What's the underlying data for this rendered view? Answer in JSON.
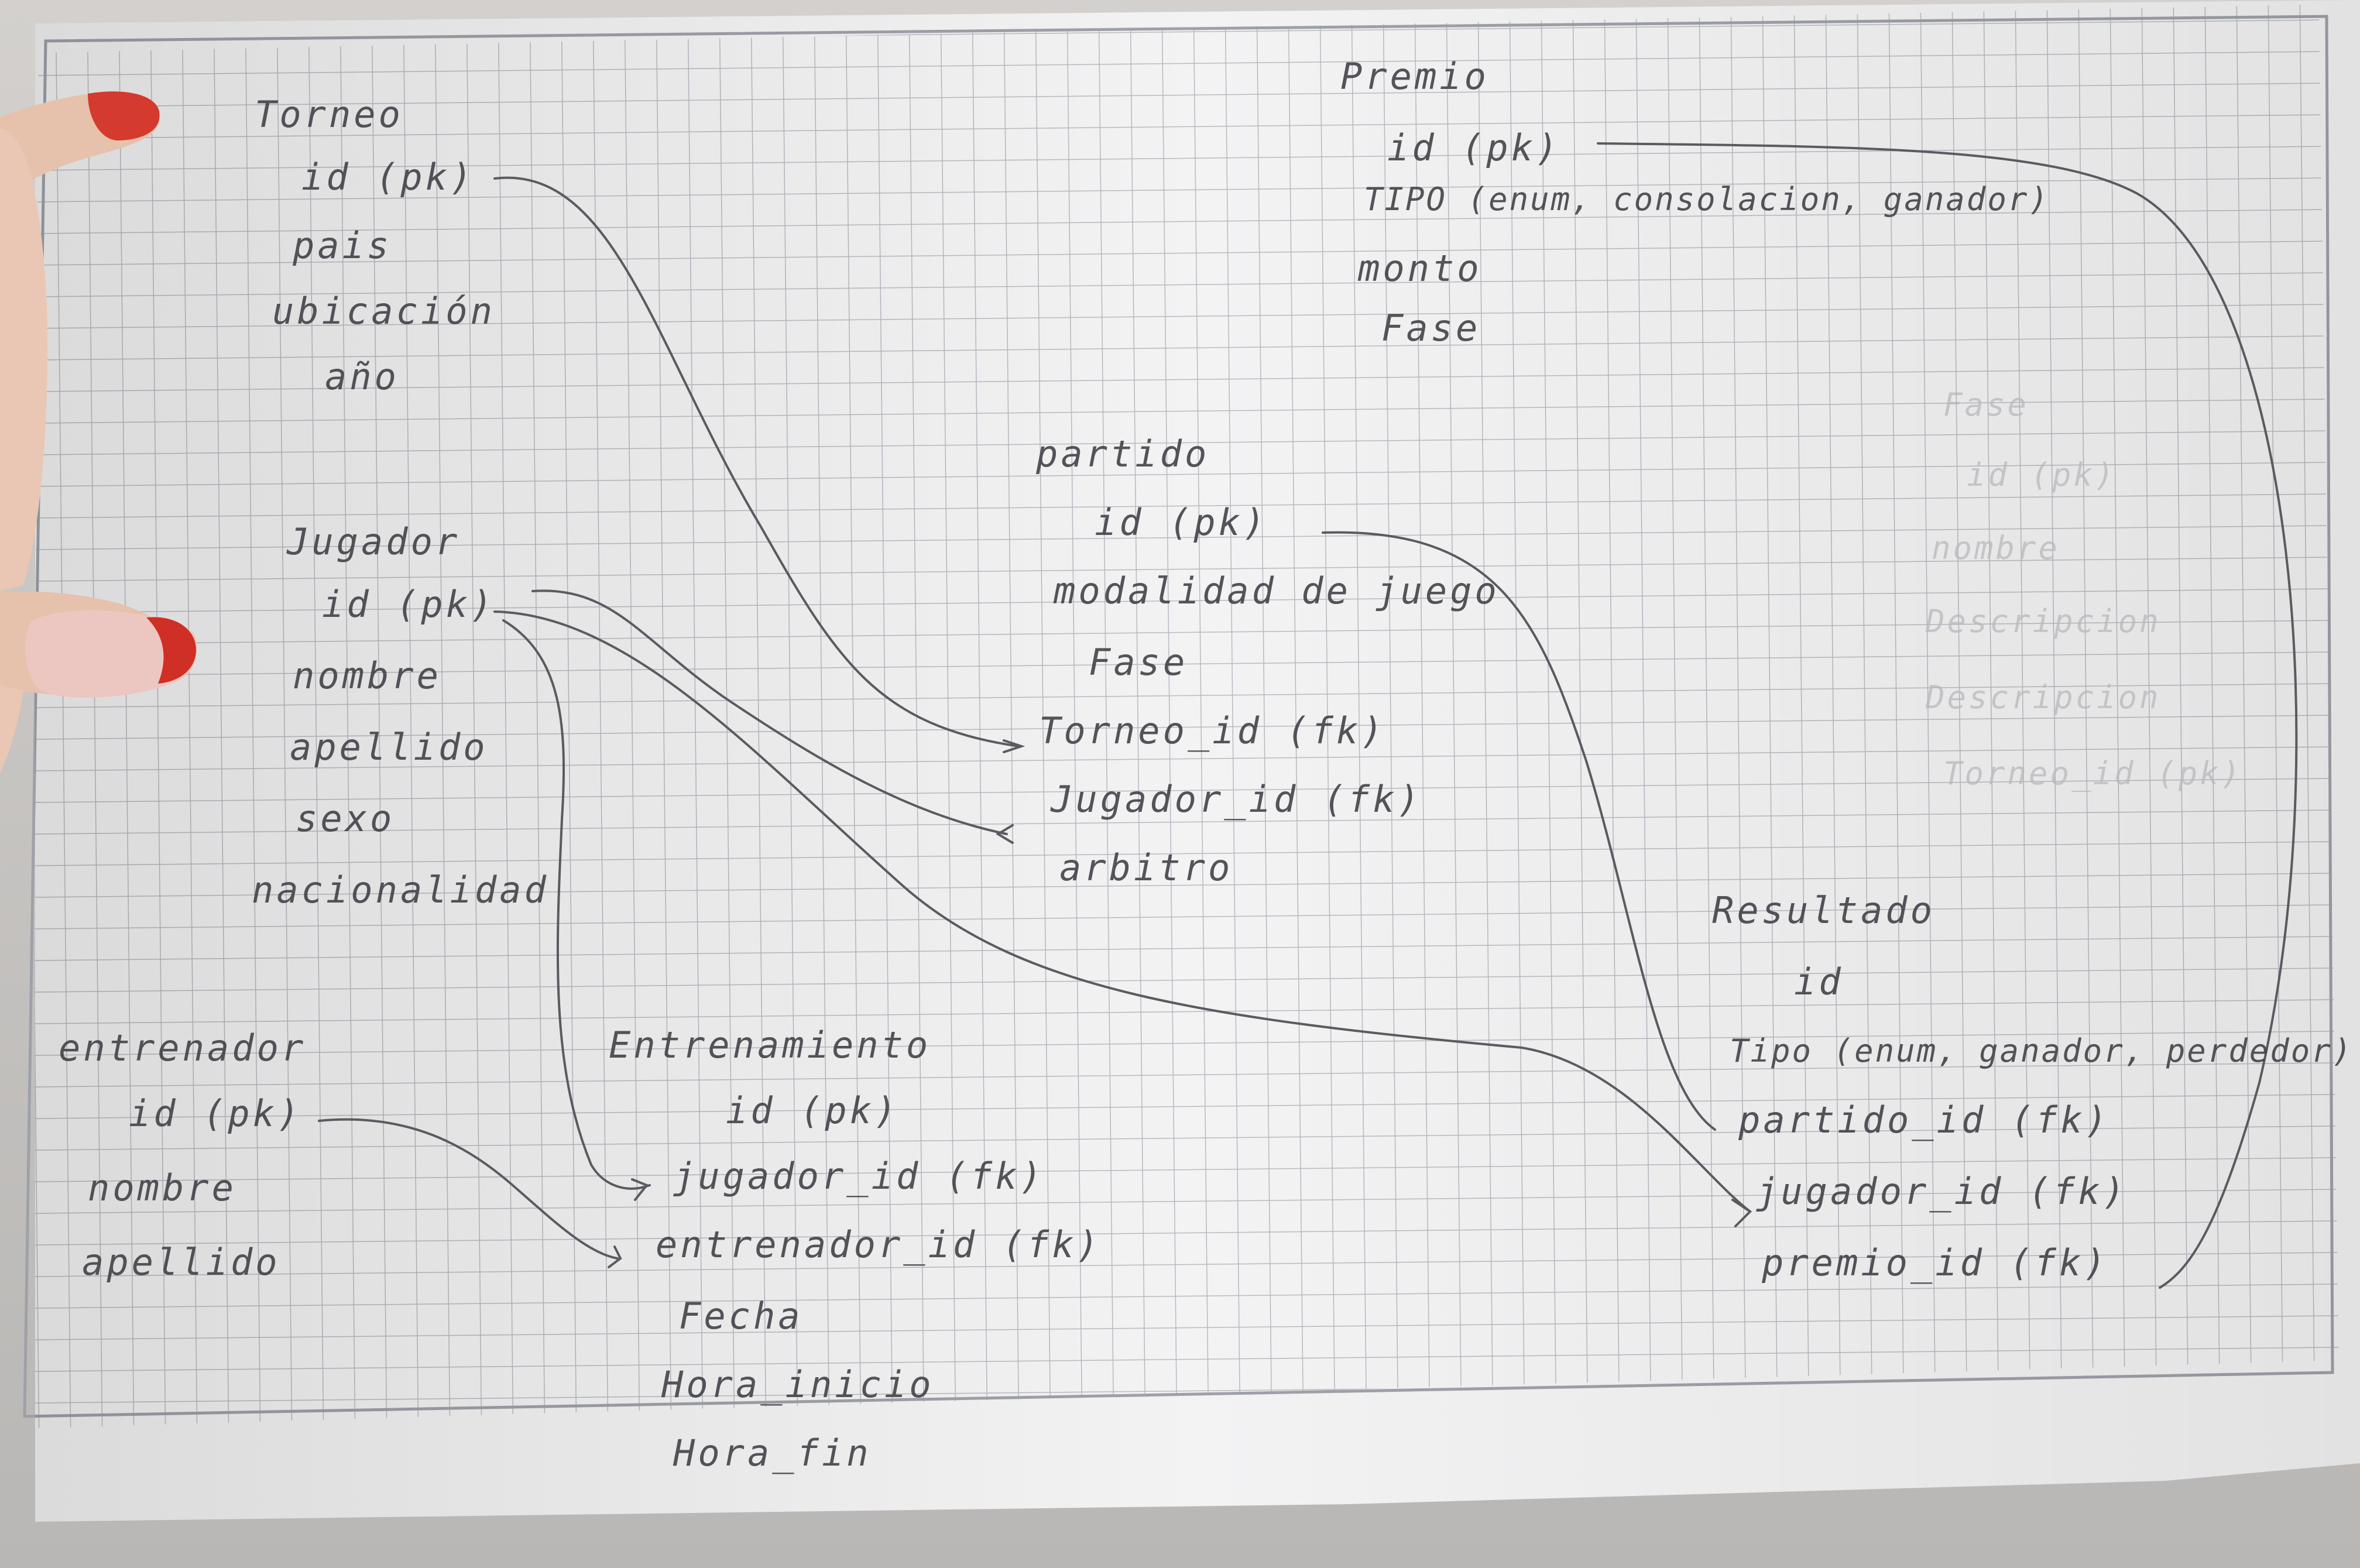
{
  "colors": {
    "ink": "#3e3e44",
    "grid": "#b9bcc2",
    "paper": "#f1f1f2",
    "nail": "#d9382c",
    "skin": "#e7c3ae"
  },
  "tables": {
    "torneo": {
      "title": "Torneo",
      "fields": [
        "id (pk)",
        "pais",
        "ubicación",
        "año"
      ]
    },
    "jugador": {
      "title": "Jugador",
      "fields": [
        "id (pk)",
        "nombre",
        "apellido",
        "sexo",
        "nacionalidad"
      ]
    },
    "entrenador": {
      "title": "entrenador",
      "fields": [
        "id (pk)",
        "nombre",
        "apellido"
      ]
    },
    "entrenamiento": {
      "title": "Entrenamiento",
      "fields": [
        "id (pk)",
        "jugador_id (fk)",
        "entrenador_id (fk)",
        "Fecha",
        "Hora_inicio",
        "Hora_fin"
      ]
    },
    "premio": {
      "title": "Premio",
      "fields": [
        "id (pk)",
        "TIPO (enum, consolacion, ganador)",
        "monto",
        "Fase"
      ]
    },
    "partido": {
      "title": "partido",
      "fields": [
        "id (pk)",
        "modalidad de juego",
        "Fase",
        "Torneo_id (fk)",
        "Jugador_id (fk)",
        "arbitro"
      ]
    },
    "resultado": {
      "title": "Resultado",
      "fields": [
        "id",
        "Tipo (enum, ganador, perdedor)",
        "partido_id (fk)",
        "jugador_id (fk)",
        "premio_id (fk)"
      ]
    }
  },
  "erased": {
    "fase_title": "Fase",
    "fase_id": "id (pk)",
    "fase_nombre": "nombre",
    "fase_desc1": "Descripcion",
    "fase_desc2": "Descripcion",
    "fase_torneo": "Torneo_id (pk)"
  }
}
